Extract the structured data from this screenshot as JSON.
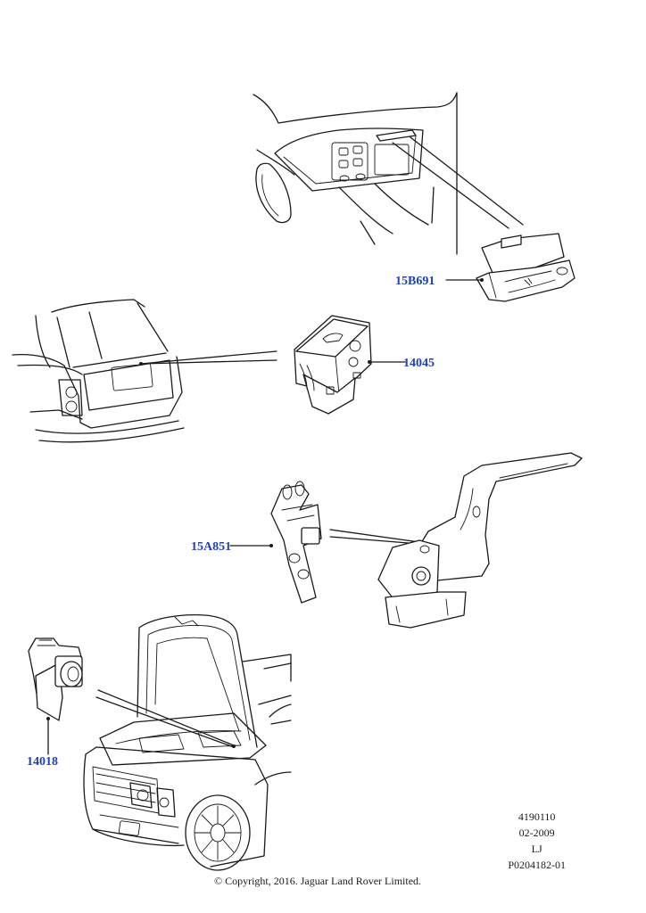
{
  "callouts": {
    "c1": "15B691",
    "c2": "14045",
    "c3": "15A851",
    "c4": "14018"
  },
  "meta": {
    "line1": "4190110",
    "line2": "02-2009",
    "line3": "LJ",
    "line4": "P0204182-01"
  },
  "copyright": "© Copyright, 2016. Jaguar Land Rover Limited.",
  "colors": {
    "callout": "#1f3fbf",
    "line_art": "#1a1a1a"
  }
}
